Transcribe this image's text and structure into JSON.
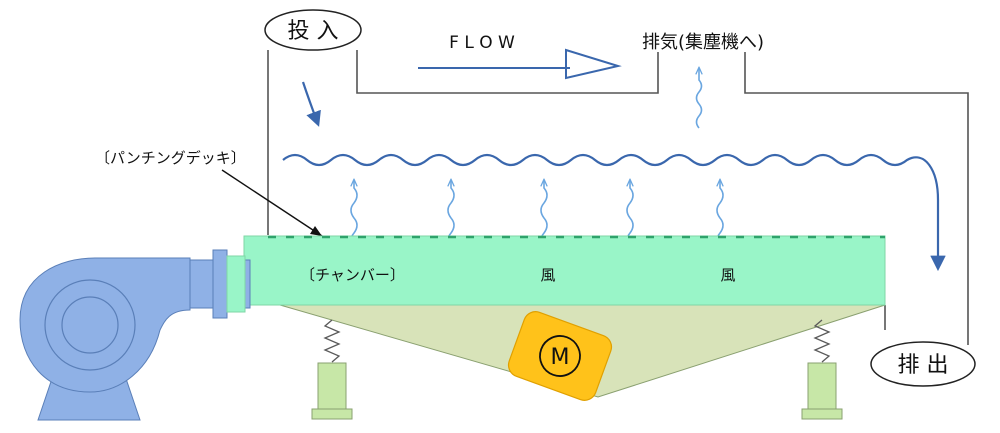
{
  "labels": {
    "input": "投 入",
    "flow": "F L O W",
    "exhaust": "排気(集塵機へ)",
    "punching_deck": "〔パンチングデッキ〕",
    "chamber": "〔チャンバー〕",
    "wind_1": "風",
    "wind_2": "風",
    "discharge": "排 出",
    "motor": "M"
  },
  "colors": {
    "line": "#555555",
    "arrow_blue": "#3a67ad",
    "light_blue": "#6aa6e0",
    "chamber_green": "#99f5c8",
    "chamber_border": "#7fd6a6",
    "hopper": "#d8e3b9",
    "spring": "#5a5a5a",
    "leg": "#c7e7a7",
    "blower": "#8fb1e6",
    "blower_dark": "#5a7fb8",
    "motor_orange": "#ffc21a",
    "motor_border": "#e0a000"
  },
  "icons": {
    "motor": "motor-icon",
    "blower": "blower-icon",
    "spring": "spring-icon"
  }
}
